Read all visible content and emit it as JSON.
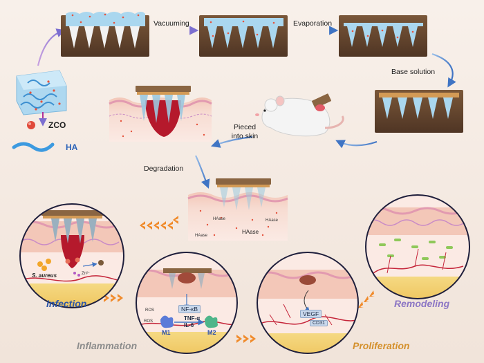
{
  "labels": {
    "vacuuming": "Vacuuming",
    "evaporation": "Evaporation",
    "base_solution": "Base solution",
    "pieced_line1": "Pieced",
    "pieced_line2": "into skin",
    "degradation": "Degradation",
    "zco": "ZCO",
    "ha": "HA",
    "haase": "HAase",
    "haase_small": "HAase",
    "s_aureus": "S. aureus",
    "zn": "Zn²⁺",
    "ros": "ROS",
    "nfkb": "NF-κB",
    "tnf": "TNF-α",
    "il6": "IL-6",
    "m1": "M1",
    "m2": "M2",
    "vegf": "VEGF",
    "cd31": "CD31"
  },
  "stages": {
    "infection": "Infection",
    "inflammation": "Inflammation",
    "proliferation": "Proliferation",
    "remodeling": "Remodeling"
  },
  "colors": {
    "background": "#f6ede6",
    "mold": "#6b4b34",
    "needle_solution": "#9fd0e8",
    "particle": "#e5533d",
    "arrow_purple": "#8f7fd0",
    "arrow_blue": "#3f74c4",
    "chevron_orange": "#f08a2a",
    "infection": "#2c55a8",
    "inflammation": "#8c8c8c",
    "proliferation": "#d4902c",
    "remodeling": "#8c76c4"
  }
}
